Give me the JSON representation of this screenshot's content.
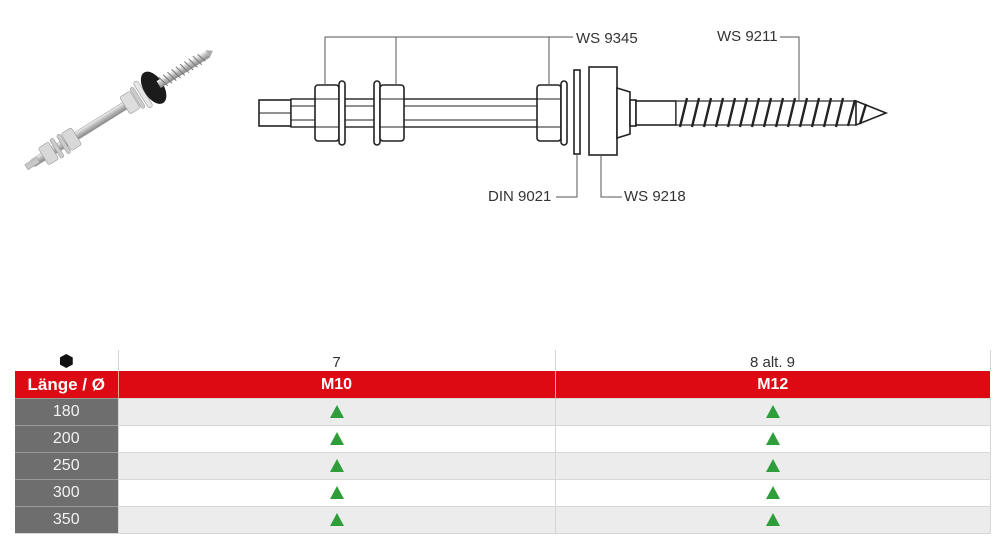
{
  "product": {
    "photo_icon": "hanger-bolt-photo",
    "drawing_icon": "hanger-bolt-technical-drawing"
  },
  "drawing_labels": {
    "nuts": "WS 9345",
    "screw_thread": "WS 9211",
    "washer": "DIN 9021",
    "seal_washer": "WS 9218"
  },
  "table": {
    "drive_icon": "hexagon-icon",
    "drive_sizes": [
      "7",
      "8 alt. 9"
    ],
    "header_label": "Länge / Ø",
    "diameters": [
      "M10",
      "M12"
    ],
    "rows": [
      {
        "length": "180",
        "available": [
          "available",
          "available"
        ]
      },
      {
        "length": "200",
        "available": [
          "available",
          "available"
        ]
      },
      {
        "length": "250",
        "available": [
          "available",
          "available"
        ]
      },
      {
        "length": "300",
        "available": [
          "available",
          "available"
        ]
      },
      {
        "length": "350",
        "available": [
          "available",
          "available"
        ]
      }
    ],
    "available_marker": "green-triangle",
    "colors": {
      "header_red": "#dd0a14",
      "length_gray": "#6e6e6e",
      "marker_green": "#2f9e3a",
      "row_alt": "#ececec"
    }
  }
}
